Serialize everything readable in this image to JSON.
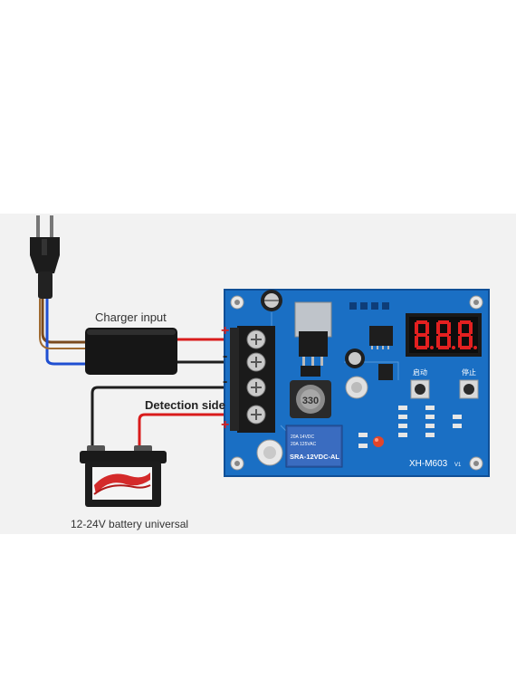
{
  "labels": {
    "charger_input": "Charger input",
    "detection_side": "Detection side",
    "battery": "12-24V battery universal"
  },
  "signs": {
    "plus": "+",
    "minus": "-"
  },
  "board": {
    "model": "XH-M603",
    "version": "V1",
    "inductor_code": "330",
    "relay_part": "SRA-12VDC-AL",
    "relay_rating_1": "20A 14VDC",
    "relay_rating_2": "20A 125VAC",
    "display": "8.8.8.",
    "button_start": "启动",
    "button_stop": "停止"
  },
  "colors": {
    "background": "#f2f2f2",
    "pcb": "#1a6fc4",
    "display_digits": "#e32020",
    "wire_red": "#d91c1c",
    "wire_black": "#1e1e1e",
    "wire_brown": "#7a4a1e",
    "wire_blue": "#1f4fd1"
  }
}
